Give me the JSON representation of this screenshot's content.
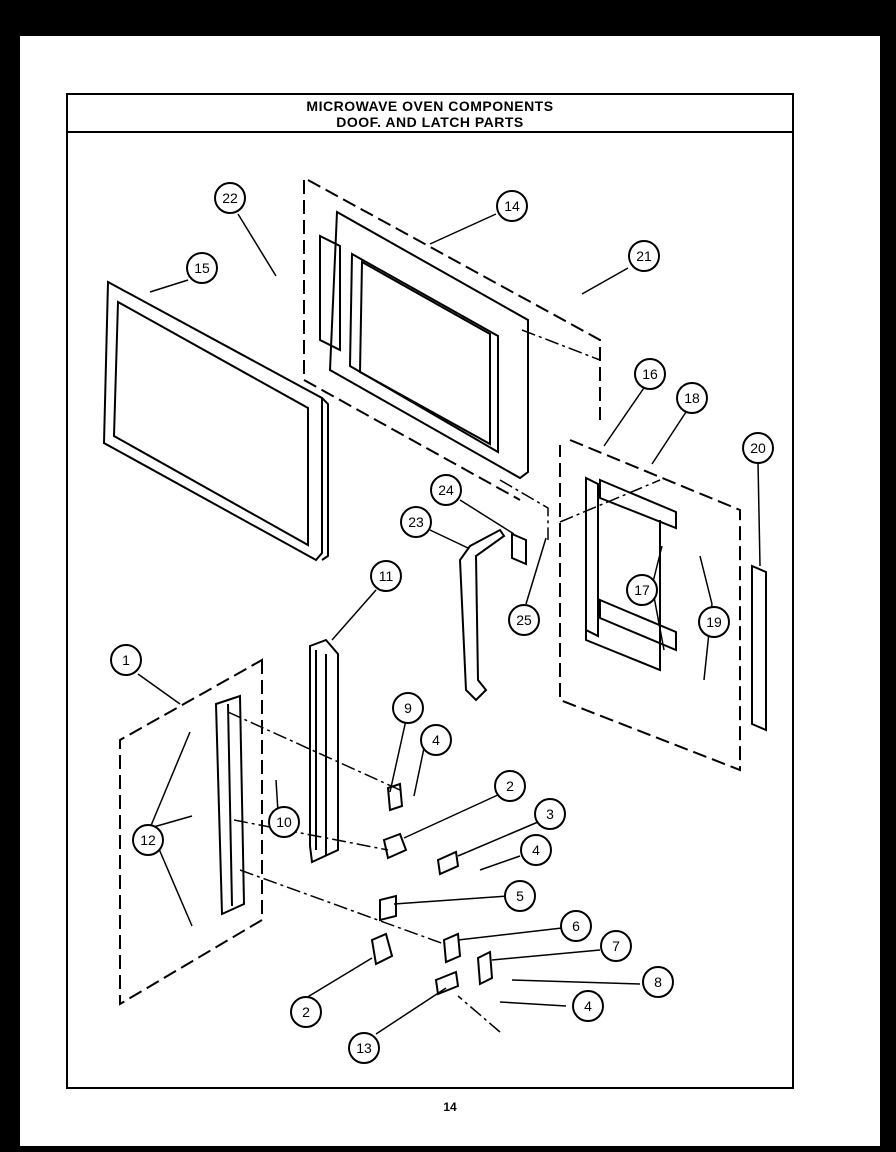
{
  "title": {
    "line1": "MICROWAVE OVEN COMPONENTS",
    "line2": "DOOF. AND LATCH PARTS"
  },
  "page_number": "14",
  "callouts": [
    "1",
    "2",
    "3",
    "4",
    "5",
    "6",
    "7",
    "8",
    "9",
    "10",
    "11",
    "12",
    "13",
    "14",
    "15",
    "16",
    "17",
    "18",
    "19",
    "20",
    "21",
    "22",
    "23",
    "24",
    "25"
  ]
}
